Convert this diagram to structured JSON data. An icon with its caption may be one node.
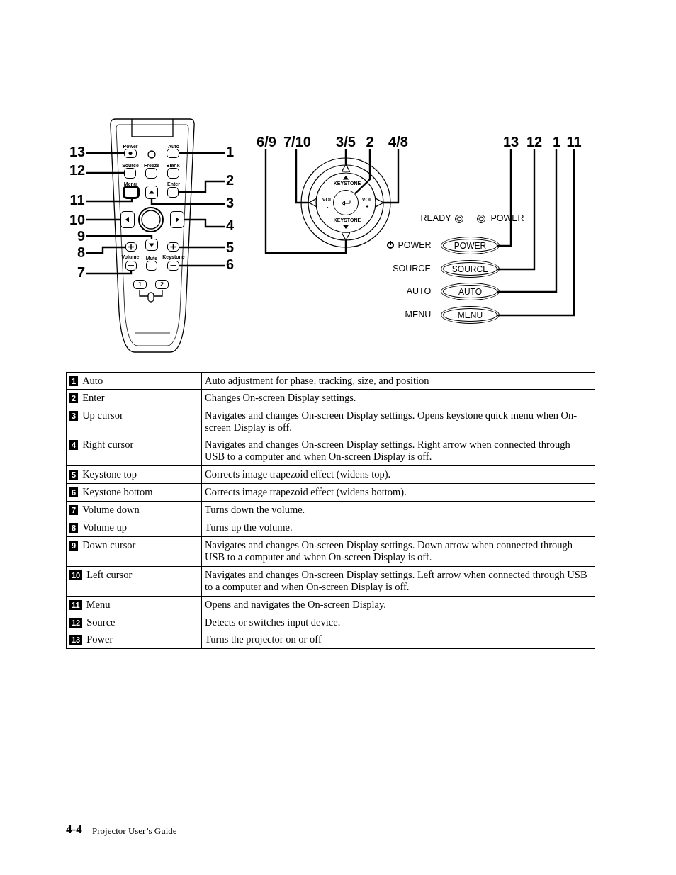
{
  "diagram": {
    "nodes": [
      {
        "text": [
          "13"
        ]
      },
      {
        "text": [
          "12"
        ]
      },
      {
        "text": [
          "11"
        ]
      },
      {
        "text": [
          "10"
        ]
      },
      {
        "text": [
          "9"
        ]
      },
      {
        "text": [
          "8"
        ]
      },
      {
        "text": [
          "7"
        ]
      },
      {
        "text": [
          "1"
        ]
      },
      {
        "text": [
          "2"
        ]
      },
      {
        "text": [
          "3"
        ]
      },
      {
        "text": [
          "4"
        ]
      },
      {
        "text": [
          "5"
        ]
      },
      {
        "text": [
          "6"
        ]
      },
      {
        "text": [],
        "shape": "box"
      },
      {
        "text": [],
        "shape": "box"
      },
      {
        "text": [],
        "shape": "box"
      },
      {
        "text": [],
        "shape": "box"
      },
      {
        "text": [],
        "shape": "box"
      },
      {
        "text": [],
        "shape": "box"
      },
      {
        "text": [],
        "shape": "box"
      },
      {
        "text": [],
        "shape": "box"
      },
      {
        "text": [],
        "shape": "box"
      },
      {
        "text": [],
        "shape": "box"
      },
      {
        "text": [],
        "shape": "box"
      },
      {
        "text": [],
        "shape": "box"
      },
      {
        "text": [],
        "shape": "box"
      },
      {
        "text": [],
        "shape": "box"
      },
      {
        "text": [],
        "shape": "box"
      },
      {
        "text": [],
        "shape": "box"
      },
      {
        "text": [
          "1"
        ]
      },
      {
        "text": [
          "2"
        ]
      },
      {
        "text": [
          "6/9"
        ]
      },
      {
        "text": [
          "7/10"
        ]
      },
      {
        "text": [
          "3/5"
        ]
      },
      {
        "text": [
          "2"
        ]
      },
      {
        "text": [
          "4/8"
        ]
      },
      {
        "text": [
          "13"
        ]
      },
      {
        "text": [
          "12"
        ]
      },
      {
        "text": [
          "1"
        ]
      },
      {
        "text": [
          "11"
        ]
      },
      {
        "text": [],
        "shape": "triangle"
      },
      {
        "text": [],
        "shape": "triangle"
      },
      {
        "text": [],
        "shape": "circle"
      },
      {
        "text": [],
        "shape": "triangle"
      },
      {
        "text": [],
        "shape": "triangle"
      },
      {
        "text": [
          "POWER"
        ]
      },
      {
        "text": [
          "SOURCE"
        ]
      },
      {
        "text": [
          "AUTO"
        ]
      },
      {
        "text": [
          "MENU"
        ]
      }
    ],
    "edges": [
      {
        "from": 0,
        "to": 13,
        "arrow": "none"
      },
      {
        "from": 1,
        "to": 14,
        "arrow": "none"
      },
      {
        "from": 2,
        "to": 15,
        "arrow": "none"
      },
      {
        "from": 3,
        "to": 16,
        "arrow": "none"
      },
      {
        "from": 4,
        "to": 17,
        "arrow": "none"
      },
      {
        "from": 5,
        "to": 18,
        "arrow": "none"
      },
      {
        "from": 6,
        "to": 19,
        "arrow": "none"
      },
      {
        "from": 7,
        "to": 20,
        "arrow": "none"
      },
      {
        "from": 8,
        "to": 21,
        "arrow": "none"
      },
      {
        "from": 9,
        "to": 22,
        "arrow": "none"
      },
      {
        "from": 10,
        "to": 23,
        "arrow": "none"
      },
      {
        "from": 11,
        "to": 24,
        "arrow": "none"
      },
      {
        "from": 12,
        "to": 25,
        "arrow": "none"
      },
      {
        "from": 31,
        "to": 44,
        "arrow": "none"
      },
      {
        "from": 32,
        "to": 41,
        "arrow": "none"
      },
      {
        "from": 33,
        "to": 40,
        "arrow": "none"
      },
      {
        "from": 34,
        "to": 42,
        "arrow": "none"
      },
      {
        "from": 35,
        "to": 43,
        "arrow": "none"
      },
      {
        "from": 36,
        "to": 45,
        "arrow": "none"
      },
      {
        "from": 37,
        "to": 46,
        "arrow": "none"
      },
      {
        "from": 38,
        "to": 47,
        "arrow": "none"
      },
      {
        "from": 39,
        "to": 48,
        "arrow": "none"
      }
    ],
    "labels": [
      "Power",
      "Auto",
      "Source",
      "Freeze",
      "Blank",
      "Menu",
      "Enter",
      "Volume",
      "Mute",
      "Keystone",
      "KEYSTONE",
      "VOL",
      "-",
      "VOL",
      "+",
      "KEYSTONE",
      "READY",
      "POWER",
      "POWER",
      "SOURCE",
      "AUTO",
      "MENU",
      "1",
      "Auto",
      "Auto adjustment for phase, tracking, size, and position",
      "2",
      "Enter",
      "Changes On-screen Display settings.",
      "3",
      "Up cursor",
      "Navigates and changes On-screen Display settings. Opens keystone quick menu when On-screen Display is off.",
      "4",
      "Right cursor",
      "Navigates and changes On-screen Display settings. Right arrow when connected through USB to a computer and when On-screen Display is off.",
      "5",
      "Keystone top",
      "Corrects image trapezoid effect (widens top).",
      "6",
      "Keystone bottom",
      "Corrects image trapezoid effect (widens bottom).",
      "7",
      "Volume down",
      "Turns down the volume.",
      "8",
      "Volume up",
      "Turns up the volume.",
      "9",
      "Down cursor",
      "Navigates and changes On-screen Display settings. Down arrow when connected through USB to a computer and when On-screen Display is off.",
      "10",
      "Left cursor",
      "Navigates and changes On-screen Display settings. Left arrow when connected through USB to a computer and when On-screen Display is off.",
      "11",
      "Menu",
      "Opens and navigates the On-screen Display.",
      "12",
      "Source",
      "Detects or switches input device.",
      "13",
      "Power",
      "Turns the projector on or off",
      "4-4",
      "Projector User’s Guide"
    ]
  }
}
